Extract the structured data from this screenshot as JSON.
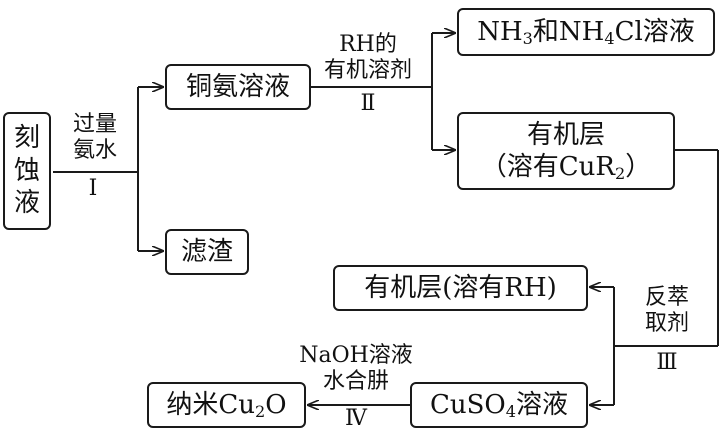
{
  "nodes": {
    "etching_liquid": [
      "刻",
      "蚀",
      "液"
    ],
    "copper_ammonia": "铜氨溶液",
    "filter_residue": "滤渣",
    "nh3_solution": {
      "a": "NH",
      "a_sub": "3",
      "b": "和NH",
      "b_sub": "4",
      "c": "Cl溶液"
    },
    "organic_layer_cur2": {
      "line1": "有机层",
      "line2_a": "（溶有CuR",
      "line2_sub": "2",
      "line2_b": "）"
    },
    "organic_layer_rh": "有机层(溶有RH)",
    "cuso4_solution": {
      "a": "CuSO",
      "a_sub": "4",
      "b": "溶液"
    },
    "nano_cu2o": {
      "a": "纳米Cu",
      "a_sub": "2",
      "b": "O"
    }
  },
  "steps": {
    "step1": {
      "line1": "过量",
      "line2": "氨水",
      "roman": "Ⅰ"
    },
    "step2": {
      "line1": "RH的",
      "line2": "有机溶剂",
      "roman": "Ⅱ"
    },
    "step3": {
      "line1": "反萃",
      "line2": "取剂",
      "roman": "Ⅲ"
    },
    "step4": {
      "line1": "NaOH溶液",
      "line2": "水合肼",
      "roman": "Ⅳ"
    }
  }
}
